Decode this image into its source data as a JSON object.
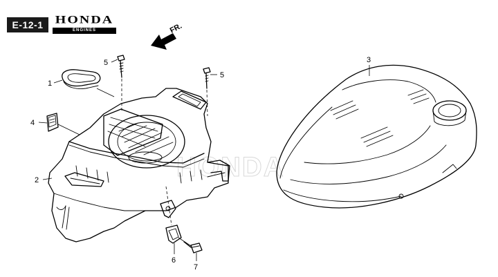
{
  "header": {
    "section_code": "E-12-1",
    "brand_name": "HONDA",
    "brand_sub": "ENGINES"
  },
  "direction": {
    "label": "FR."
  },
  "watermark": {
    "text": "HONDA"
  },
  "callouts": [
    {
      "id": "1",
      "label": "1"
    },
    {
      "id": "2",
      "label": "2"
    },
    {
      "id": "3",
      "label": "3"
    },
    {
      "id": "4",
      "label": "4"
    },
    {
      "id": "5a",
      "label": "5"
    },
    {
      "id": "5b",
      "label": "5"
    },
    {
      "id": "6",
      "label": "6"
    },
    {
      "id": "7",
      "label": "7"
    }
  ]
}
